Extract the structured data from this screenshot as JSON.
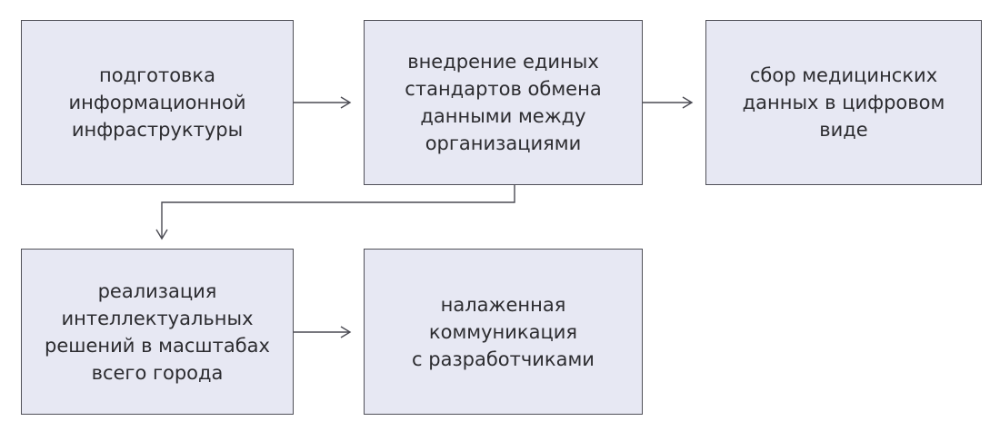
{
  "diagram": {
    "boxes": [
      {
        "id": "preparation",
        "lines": [
          "подготовка",
          "информационной",
          "инфраструктуры"
        ]
      },
      {
        "id": "standards",
        "lines": [
          "внедрение единых",
          "стандартов обмена",
          "данными между",
          "организациями"
        ]
      },
      {
        "id": "collection",
        "lines": [
          "сбор медицинских",
          "данных в цифровом",
          "виде"
        ]
      },
      {
        "id": "implementation",
        "lines": [
          "реализация",
          "интеллектуальных",
          "решений в масштабах",
          "всего города"
        ]
      },
      {
        "id": "communication",
        "lines": [
          "налаженная",
          "коммуникация",
          "с разработчиками"
        ]
      }
    ],
    "colors": {
      "box_fill": "#e7e8f3",
      "box_border": "#505058",
      "text": "#2c2c30",
      "arrow": "#4a4a52"
    }
  }
}
